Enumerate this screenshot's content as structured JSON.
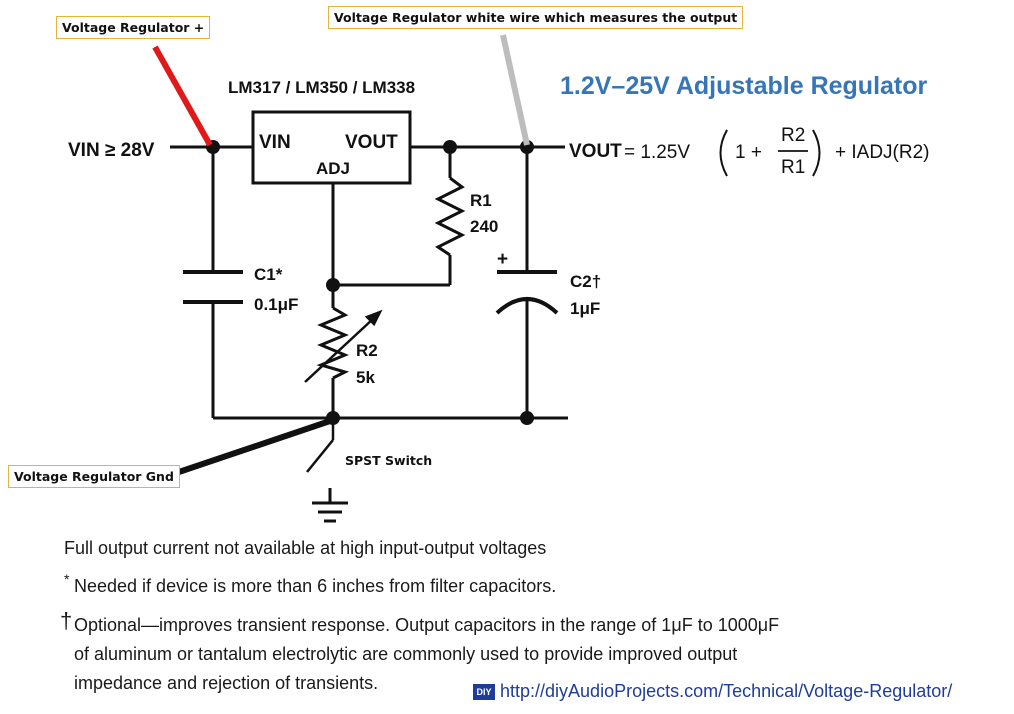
{
  "annotations": {
    "plus_wire": "Voltage Regulator +",
    "output_wire": "Voltage Regulator white wire which measures the output",
    "gnd_wire": "Voltage Regulator Gnd",
    "switch": "SPST Switch"
  },
  "title": "1.2V–25V Adjustable Regulator",
  "circuit": {
    "ic_part": "LM317 / LM350 / LM338",
    "ic_vin": "VIN",
    "ic_vout": "VOUT",
    "ic_adj": "ADJ",
    "vin_label": "VIN ≥ 28V",
    "r1_name": "R1",
    "r1_value": "240",
    "r2_name": "R2",
    "r2_value": "5k",
    "c1_name": "C1*",
    "c1_value": "0.1μF",
    "c2_name": "C2†",
    "c2_value": "1μF",
    "c2_polarity": "+",
    "vout_label": "VOUT",
    "formula_lhs": "= 1.25V",
    "formula_one": "1 +",
    "formula_num": "R2",
    "formula_den": "R1",
    "formula_tail": "+ IADJ(R2)"
  },
  "colors": {
    "plus_wire": "#e0191b",
    "output_wire": "#bdbdbd",
    "gnd_wire": "#111111",
    "title": "#3575b8",
    "note_border": "#e3b43a",
    "url": "#1f3c9a"
  },
  "footnotes": {
    "line1": "Full output current not available at high input-output voltages",
    "star_symbol": "*",
    "line2": "Needed if device is more than 6 inches from filter capacitors.",
    "dagger_symbol": "†",
    "line3a": "Optional—improves transient response. Output capacitors in the range of 1μF to 1000μF",
    "line3b": "of aluminum or tantalum electrolytic are commonly used  to provide improved output",
    "line3c": "impedance and rejection of transients."
  },
  "source": {
    "logo": "DIY",
    "url": "http://diyAudioProjects.com/Technical/Voltage-Regulator/"
  }
}
